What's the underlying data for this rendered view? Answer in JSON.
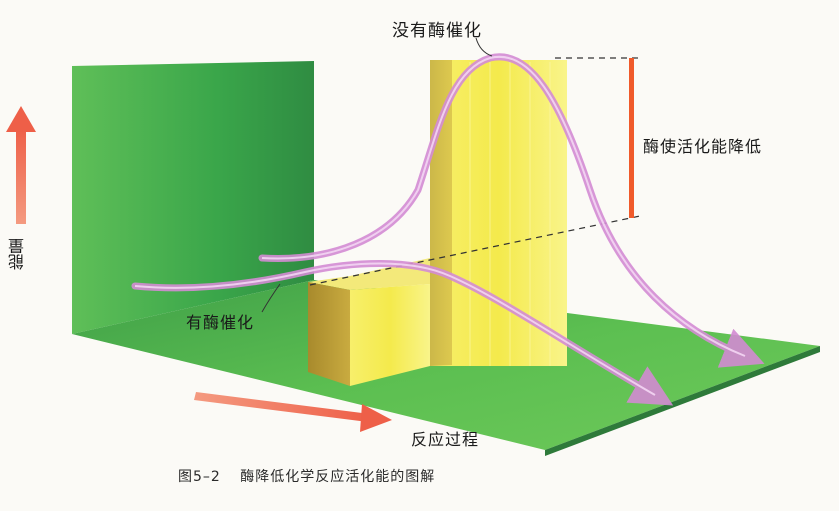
{
  "labels": {
    "without_enzyme": "没有酶催化",
    "with_enzyme": "有酶催化",
    "lowered": "酶使活化能降低",
    "x_axis": "反应过程",
    "y_axis": "能量"
  },
  "caption": {
    "number": "图5–2",
    "text": "酶降低化学反应活化能的图解"
  },
  "colors": {
    "green_wall": "#3bb04a",
    "green_floor": "#58c04e",
    "yellow_block": "#f3eb56",
    "block_side": "#b89a32",
    "pink_arrow": "#d793d6",
    "orange_arrow": "#f0745a",
    "orange_bar": "#f05a2a"
  }
}
